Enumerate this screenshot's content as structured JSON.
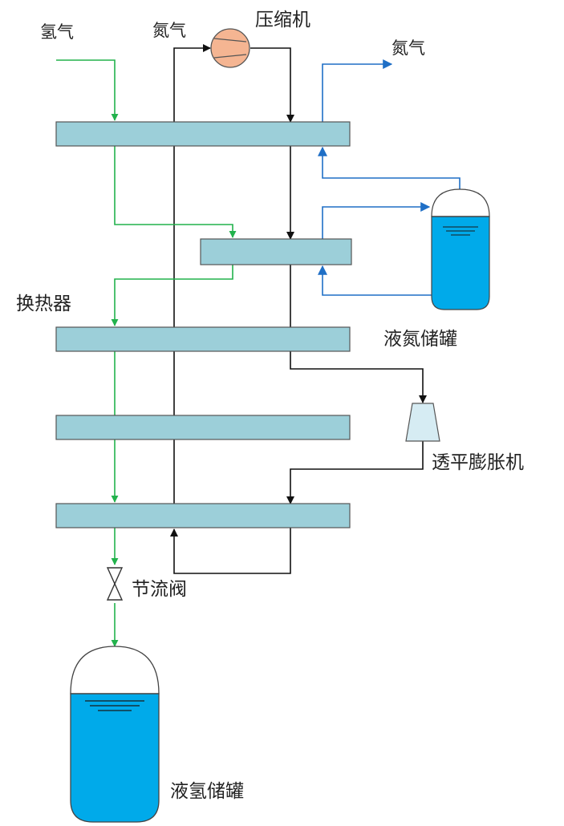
{
  "labels": {
    "hydrogen_feed": "氢气",
    "nitrogen_loop_in": "氮气",
    "compressor": "压缩机",
    "nitrogen_vent": "氮气",
    "heat_exchanger": "换热器",
    "ln2_tank": "液氮储罐",
    "turbo_expander": "透平膨胀机",
    "throttle_valve": "节流阀",
    "lh2_tank": "液氢储罐"
  },
  "colors": {
    "hydrogen_line": "#22b24c",
    "nitrogen_line": "#1f6fc6",
    "loop_line": "#111111",
    "exchanger_fill": "#9ccfd9",
    "compressor_fill": "#f5b592",
    "expander_fill": "#d6ecf3",
    "liquid_fill": "#00aaea"
  },
  "icons": {
    "compressor": "compressor-icon",
    "expander": "turbine-expander-icon",
    "valve": "throttle-valve-icon",
    "tank": "storage-tank-icon"
  }
}
